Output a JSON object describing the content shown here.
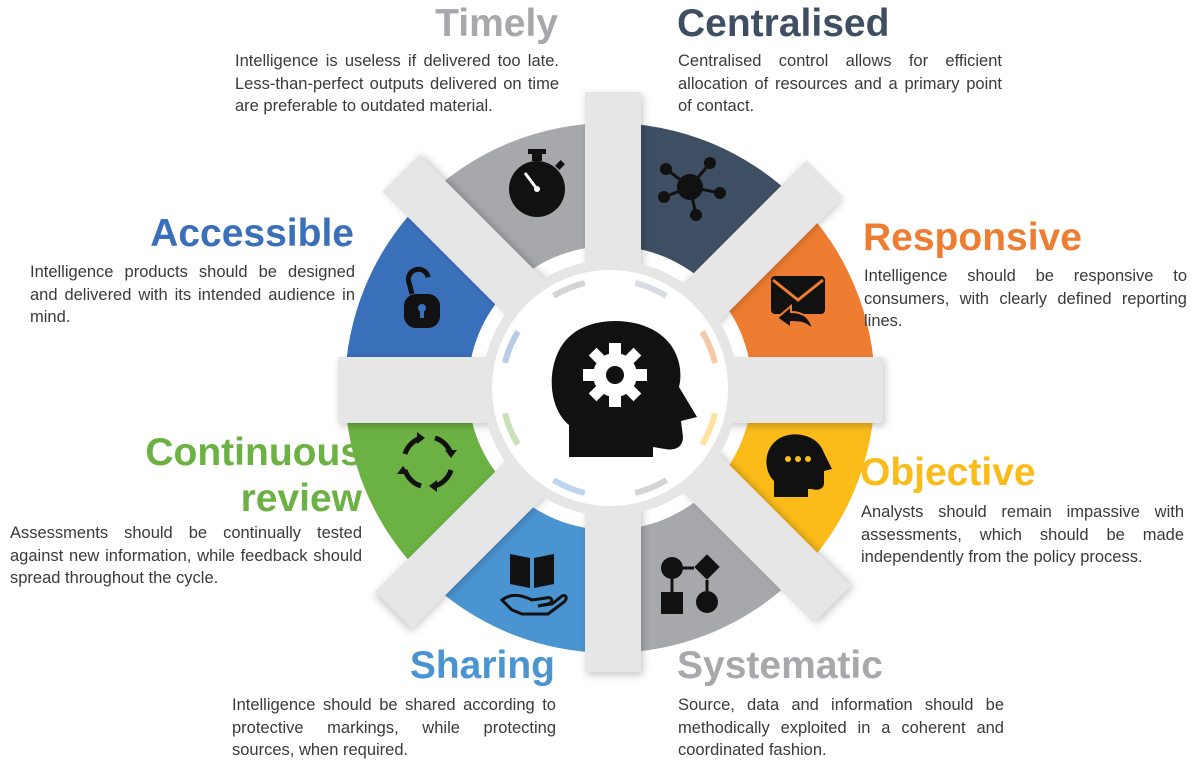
{
  "hub": {
    "icon": "head-with-gear-icon"
  },
  "segments": [
    {
      "key": "timely",
      "title": "Timely",
      "color": "#a6a8ab",
      "icon": "stopwatch-icon",
      "description": "Intelligence is useless if delivered too late. Less-than-perfect outputs delivered on time are preferable to outdated material."
    },
    {
      "key": "centralised",
      "title": "Centralised",
      "color": "#3f4f63",
      "icon": "network-hub-icon",
      "description": "Centralised control allows for efficient allocation of resources and a primary point of contact."
    },
    {
      "key": "responsive",
      "title": "Responsive",
      "color": "#ef7d31",
      "icon": "mail-reply-icon",
      "description": "Intelligence should be responsive to consumers, with clearly defined reporting lines."
    },
    {
      "key": "objective",
      "title": "Objective",
      "color": "#fbbc1a",
      "icon": "speech-head-icon",
      "description": "Analysts should remain impassive with assessments, which should be made independently from the policy process."
    },
    {
      "key": "systematic",
      "title": "Systematic",
      "color": "#a6a8ab",
      "icon": "flowchart-icon",
      "description": "Source, data and information should be methodically exploited in a coherent and coordinated fashion."
    },
    {
      "key": "sharing",
      "title": "Sharing",
      "color": "#4a94d1",
      "icon": "book-in-hand-icon",
      "description": "Intelligence should be shared according to protective markings, while protecting sources, when required."
    },
    {
      "key": "continuous",
      "title": "Continuous review",
      "title_line1": "Continuous",
      "title_line2": "review",
      "color": "#6cb143",
      "icon": "cycle-arrows-icon",
      "description": "Assessments should be continually tested against new information, while feedback should spread throughout the cycle."
    },
    {
      "key": "accessible",
      "title": "Accessible",
      "color": "#3a6fba",
      "icon": "open-padlock-icon",
      "description": "Intelligence products should be designed and delivered with its intended audience in mind."
    }
  ]
}
